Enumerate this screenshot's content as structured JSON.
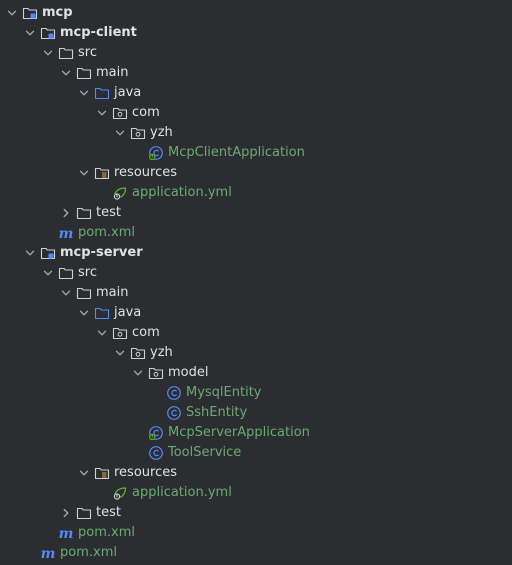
{
  "tree": [
    {
      "label": "mcp",
      "depth": 1,
      "chevron": "down",
      "icon": "module-folder",
      "style": "bold",
      "color": "default"
    },
    {
      "label": "mcp-client",
      "depth": 2,
      "chevron": "down",
      "icon": "module-folder",
      "style": "bold",
      "color": "default"
    },
    {
      "label": "src",
      "depth": 3,
      "chevron": "down",
      "icon": "folder",
      "style": "normal",
      "color": "default"
    },
    {
      "label": "main",
      "depth": 4,
      "chevron": "down",
      "icon": "folder",
      "style": "normal",
      "color": "default"
    },
    {
      "label": "java",
      "depth": 5,
      "chevron": "down",
      "icon": "source-folder",
      "style": "normal",
      "color": "default"
    },
    {
      "label": "com",
      "depth": 6,
      "chevron": "down",
      "icon": "package",
      "style": "normal",
      "color": "default"
    },
    {
      "label": "yzh",
      "depth": 7,
      "chevron": "down",
      "icon": "package",
      "style": "normal",
      "color": "default"
    },
    {
      "label": "McpClientApplication",
      "depth": 8,
      "chevron": "none",
      "icon": "spring-class",
      "style": "normal",
      "color": "green"
    },
    {
      "label": "resources",
      "depth": 5,
      "chevron": "down",
      "icon": "resources-folder",
      "style": "normal",
      "color": "default"
    },
    {
      "label": "application.yml",
      "depth": 6,
      "chevron": "none",
      "icon": "spring-config",
      "style": "normal",
      "color": "green"
    },
    {
      "label": "test",
      "depth": 4,
      "chevron": "right",
      "icon": "folder",
      "style": "normal",
      "color": "default"
    },
    {
      "label": "pom.xml",
      "depth": 3,
      "chevron": "none",
      "icon": "maven",
      "style": "normal",
      "color": "green"
    },
    {
      "label": "mcp-server",
      "depth": 2,
      "chevron": "down",
      "icon": "module-folder",
      "style": "bold",
      "color": "default"
    },
    {
      "label": "src",
      "depth": 3,
      "chevron": "down",
      "icon": "folder",
      "style": "normal",
      "color": "default"
    },
    {
      "label": "main",
      "depth": 4,
      "chevron": "down",
      "icon": "folder",
      "style": "normal",
      "color": "default"
    },
    {
      "label": "java",
      "depth": 5,
      "chevron": "down",
      "icon": "source-folder",
      "style": "normal",
      "color": "default"
    },
    {
      "label": "com",
      "depth": 6,
      "chevron": "down",
      "icon": "package",
      "style": "normal",
      "color": "default"
    },
    {
      "label": "yzh",
      "depth": 7,
      "chevron": "down",
      "icon": "package",
      "style": "normal",
      "color": "default"
    },
    {
      "label": "model",
      "depth": 8,
      "chevron": "down",
      "icon": "package",
      "style": "normal",
      "color": "default"
    },
    {
      "label": "MysqlEntity",
      "depth": 9,
      "chevron": "none",
      "icon": "class",
      "style": "normal",
      "color": "green"
    },
    {
      "label": "SshEntity",
      "depth": 9,
      "chevron": "none",
      "icon": "class",
      "style": "normal",
      "color": "green"
    },
    {
      "label": "McpServerApplication",
      "depth": 8,
      "chevron": "none",
      "icon": "spring-class",
      "style": "normal",
      "color": "green"
    },
    {
      "label": "ToolService",
      "depth": 8,
      "chevron": "none",
      "icon": "class",
      "style": "normal",
      "color": "green"
    },
    {
      "label": "resources",
      "depth": 5,
      "chevron": "down",
      "icon": "resources-folder",
      "style": "normal",
      "color": "default"
    },
    {
      "label": "application.yml",
      "depth": 6,
      "chevron": "none",
      "icon": "spring-config",
      "style": "normal",
      "color": "green"
    },
    {
      "label": "test",
      "depth": 4,
      "chevron": "right",
      "icon": "folder",
      "style": "normal",
      "color": "default"
    },
    {
      "label": "pom.xml",
      "depth": 3,
      "chevron": "none",
      "icon": "maven",
      "style": "normal",
      "color": "green"
    },
    {
      "label": "pom.xml",
      "depth": 2,
      "chevron": "none",
      "icon": "maven",
      "style": "normal",
      "color": "green"
    }
  ],
  "colors": {
    "background": "#2b2d30",
    "text": "#dfe1e5",
    "vcs_added": "#6aab73",
    "chevron": "#a8adb5",
    "folder": "#ced0d6",
    "source_folder": "#548af7",
    "class": "#548af7",
    "spring": "#5fb832",
    "maven": "#548af7"
  }
}
